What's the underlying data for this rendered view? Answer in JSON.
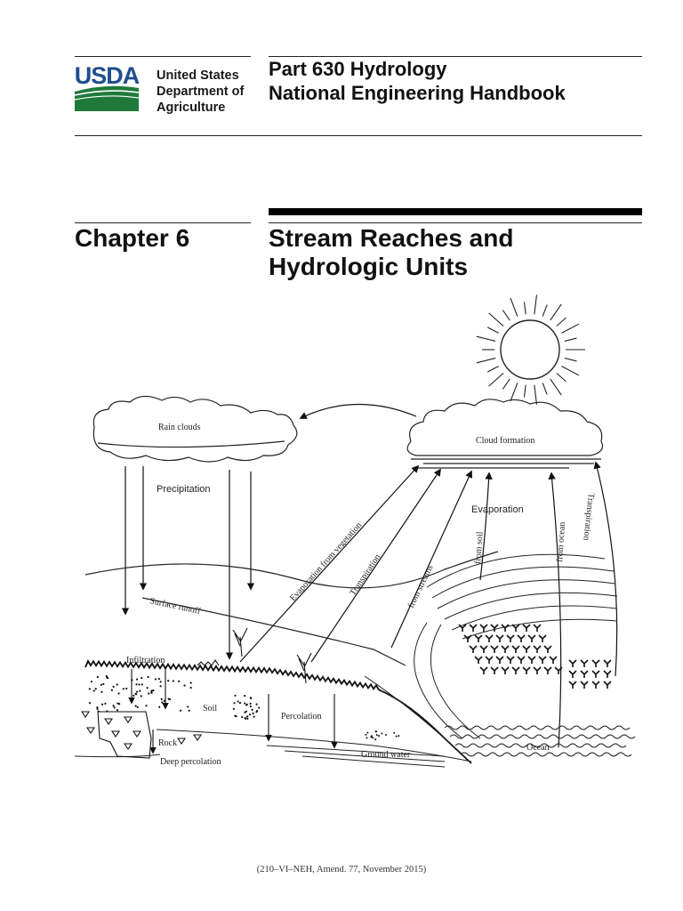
{
  "header": {
    "logo_text": "USDA",
    "agency_lines": [
      "United States",
      "Department of",
      "Agriculture"
    ],
    "part_title": "Part 630 Hydrology",
    "handbook_title": "National Engineering Handbook",
    "colors": {
      "usda_blue": "#1f4e8c",
      "usda_green": "#1f7a3a"
    }
  },
  "chapter": {
    "label": "Chapter 6",
    "title_lines": [
      "Stream Reaches and",
      "Hydrologic Units"
    ]
  },
  "diagram": {
    "labels": {
      "rain_clouds": "Rain clouds",
      "cloud_formation": "Cloud formation",
      "precipitation": "Precipitation",
      "evaporation": "Evaporation",
      "evaporation_from_vegetation": "Evaporation from vegetation",
      "transpiration_center": "Transpiration",
      "from_streams": "from streams",
      "from_soil": "from soil",
      "from_ocean": "from ocean",
      "transpiration_right": "Transpiration",
      "surface_runoff": "Surface runoff",
      "infiltration": "Infiltration",
      "soil": "Soil",
      "percolation": "Percolation",
      "rock": "Rock",
      "deep_percolation": "Deep percolation",
      "ground_water": "Ground water",
      "ocean": "Ocean"
    }
  },
  "footer": {
    "text": "(210–VI–NEH, Amend. 77, November 2015)"
  }
}
